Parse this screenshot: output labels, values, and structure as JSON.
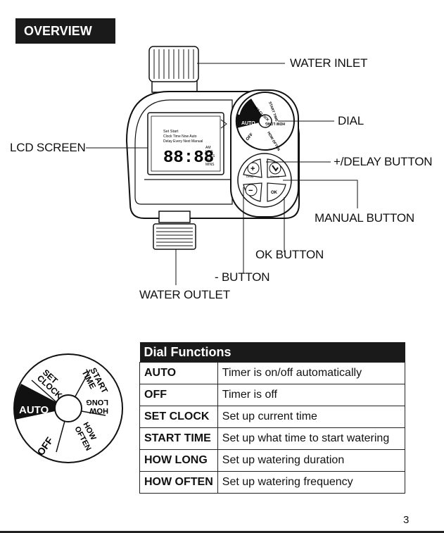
{
  "section_title": "OVERVIEW",
  "labels": {
    "water_inlet": "WATER INLET",
    "dial": "DIAL",
    "lcd_screen": "LCD SCREEN",
    "plus_delay_button": "+/DELAY BUTTON",
    "manual_button": "MANUAL BUTTON",
    "ok_button": "OK BUTTON",
    "minus_button": "- BUTTON",
    "water_outlet": "WATER OUTLET"
  },
  "lcd": {
    "top_words": "Set   Start",
    "line2": "Clock  Time  Now  Auto",
    "line3": "Delay  Every  Next  Manual",
    "digits": "88:88",
    "units": [
      "AM",
      "HRS",
      "DAYS",
      "PM",
      "MINS"
    ]
  },
  "device_dial": {
    "auto": "AUTO",
    "set_clock": "SET CLOCK",
    "start_time": "START TIME",
    "how_long": "HOW LONG",
    "how_often": "HOW OFTEN",
    "off": "OFF"
  },
  "device_buttons": {
    "plus": "+",
    "minus": "−",
    "ok": "OK",
    "delay": "Delay",
    "manual": "Manual"
  },
  "large_dial": {
    "auto": "AUTO",
    "set": "SET",
    "clock": "CLOCK",
    "start": "START",
    "time": "TIME",
    "how_long_1": "HOW",
    "how_long_2": "LONG",
    "how_often_1": "HOW",
    "how_often_2": "OFTEN",
    "off": "OFF"
  },
  "dial_functions": {
    "title": "Dial Functions",
    "rows": [
      {
        "name": "AUTO",
        "desc": "Timer is on/off automatically"
      },
      {
        "name": "OFF",
        "desc": "Timer is off"
      },
      {
        "name": "SET CLOCK",
        "desc": "Set up current time"
      },
      {
        "name": "START TIME",
        "desc": "Set up what time to start watering"
      },
      {
        "name": "HOW LONG",
        "desc": "Set up watering duration"
      },
      {
        "name": "HOW OFTEN",
        "desc": "Set up watering frequency"
      }
    ]
  },
  "page_number": "3"
}
